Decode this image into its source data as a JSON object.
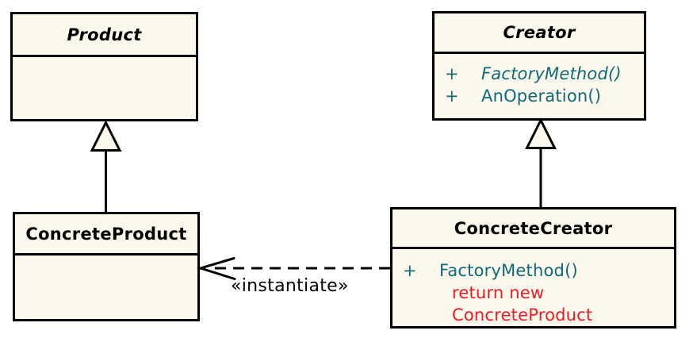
{
  "colors": {
    "box_fill": "#fdf8ec",
    "line": "#000000",
    "method_text": "#0e6a78",
    "note_text": "#ee1c25",
    "title_text": "#000000"
  },
  "classes": {
    "product": {
      "name": "Product",
      "abstract": true
    },
    "creator": {
      "name": "Creator",
      "abstract": true,
      "methods": [
        {
          "visibility": "+",
          "name": "FactoryMethod()",
          "abstract": true
        },
        {
          "visibility": "+",
          "name": "AnOperation()",
          "abstract": false
        }
      ]
    },
    "concrete_product": {
      "name": "ConcreteProduct"
    },
    "concrete_creator": {
      "name": "ConcreteCreator",
      "methods": [
        {
          "visibility": "+",
          "name": "FactoryMethod()",
          "abstract": false
        }
      ],
      "note_lines": [
        "return new",
        "ConcreteProduct"
      ]
    }
  },
  "relations": {
    "product_generalization": "ConcreteProduct --|> Product",
    "creator_generalization": "ConcreteCreator --|> Creator",
    "instantiate_label": "«instantiate»"
  }
}
